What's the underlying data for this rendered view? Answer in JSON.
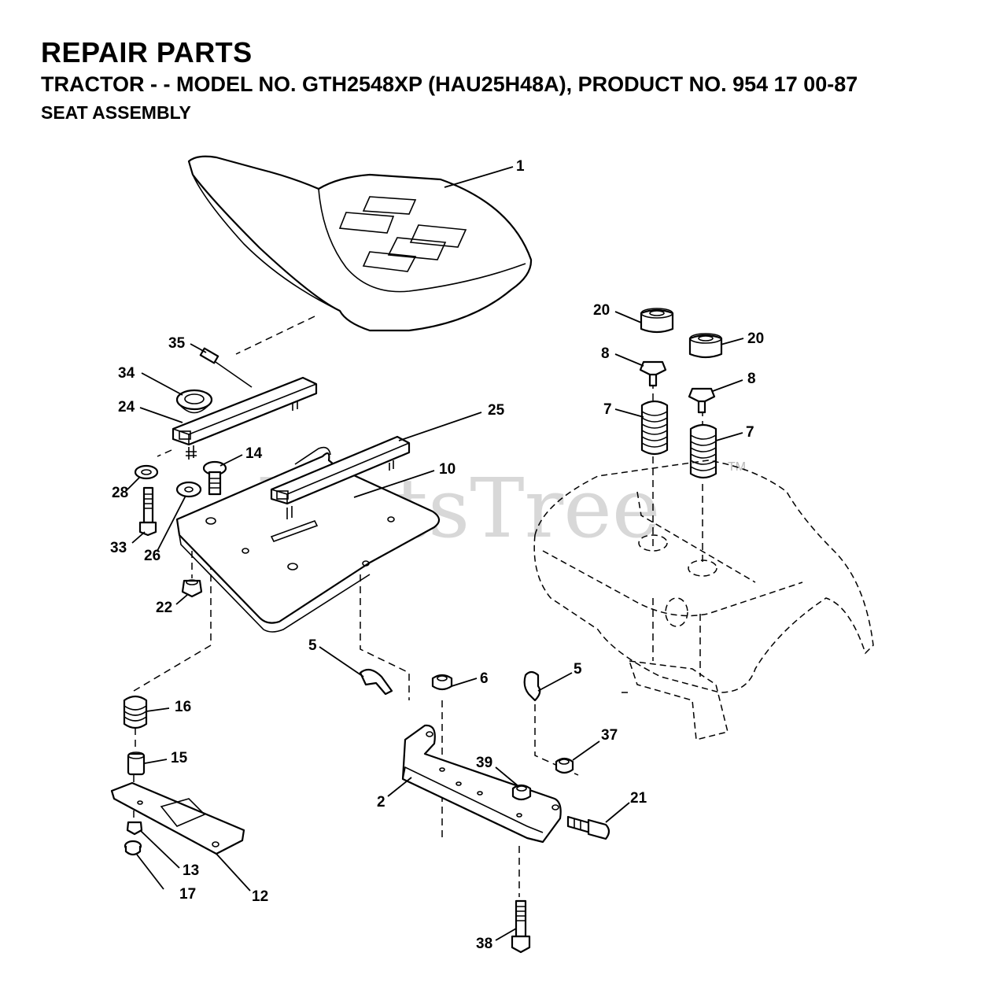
{
  "header": {
    "title": "REPAIR PARTS",
    "subtitle": "TRACTOR - - MODEL NO. GTH2548XP (HAU25H48A), PRODUCT NO. 954 17 00-87",
    "section": "SEAT ASSEMBLY"
  },
  "watermark": {
    "text": "PartsTree",
    "tm": "TM"
  },
  "callouts": {
    "c1": "1",
    "c2": "2",
    "c5a": "5",
    "c5b": "5",
    "c6": "6",
    "c7a": "7",
    "c7b": "7",
    "c8a": "8",
    "c8b": "8",
    "c10": "10",
    "c12": "12",
    "c13": "13",
    "c14": "14",
    "c15": "15",
    "c16": "16",
    "c17": "17",
    "c20a": "20",
    "c20b": "20",
    "c21": "21",
    "c22": "22",
    "c24": "24",
    "c25": "25",
    "c26": "26",
    "c28": "28",
    "c33": "33",
    "c34": "34",
    "c35": "35",
    "c37": "37",
    "c38": "38",
    "c39": "39"
  }
}
